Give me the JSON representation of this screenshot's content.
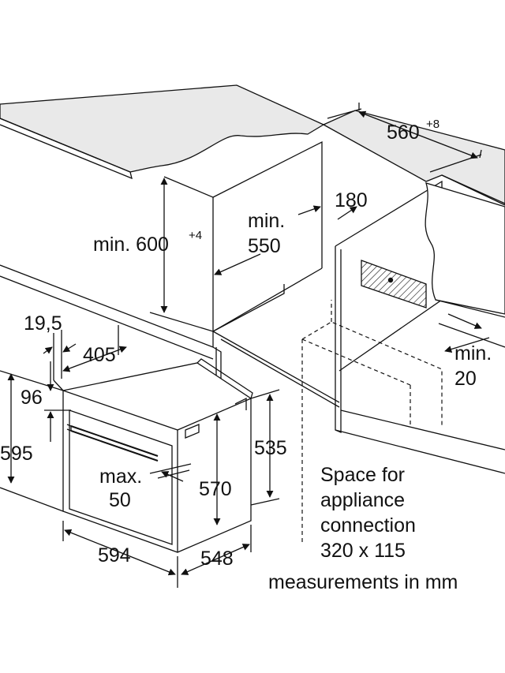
{
  "dimensions": {
    "cabinet_width": "560",
    "cabinet_width_tol": "+8",
    "min_height": "min. 600",
    "min_height_tol": "+4",
    "min_depth_min": "min.",
    "min_depth_val": "550",
    "rear_gap": "180",
    "bottom_gap_min": "min.",
    "bottom_gap_val": "20",
    "front_offset": "19,5",
    "top_width": "405",
    "handle_offset": "96",
    "oven_height": "595",
    "side_height": "535",
    "inner_height": "570",
    "handle_gap_max": "max.",
    "handle_gap_val": "50",
    "oven_width": "594",
    "oven_depth": "548"
  },
  "notes": {
    "space_line1": "Space for",
    "space_line2": "appliance",
    "space_line3": "connection",
    "space_line4": "320 x 115",
    "units": "measurements in mm"
  }
}
